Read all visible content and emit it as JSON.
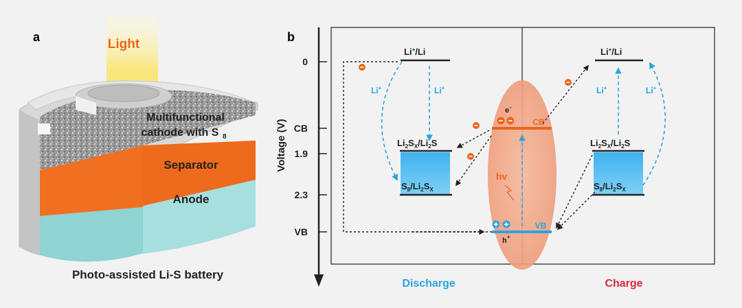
{
  "panel_a": {
    "label": "a",
    "light": "Light",
    "cathode_line1": "Multifunctional",
    "cathode_line2": "cathode with S",
    "cathode_sub": "8",
    "separator": "Separator",
    "anode": "Anode",
    "caption": "Photo-assisted Li-S battery"
  },
  "panel_b": {
    "label": "b",
    "axis_title": "Voltage (V)",
    "y_ticks": [
      "0",
      "CB",
      "1.9",
      "2.3",
      "VB"
    ],
    "li_couple": "Li",
    "li_sup": "+",
    "li_couple_tail": "/Li",
    "ion": "Li",
    "ion_sup": "+",
    "electron_symbol": "e",
    "electron_sup": "-",
    "hole_symbol": "h",
    "hole_sup": "+",
    "cb": "CB",
    "vb": "VB",
    "hv": "hv",
    "discharge": "Discharge",
    "charge": "Charge",
    "sx_li2s": {
      "a": "Li",
      "a_sub": "2",
      "b": "S",
      "b_sub": "X",
      "c": "/Li",
      "c_sub": "2",
      "d": "S"
    },
    "s8_li2sx": {
      "a": "S",
      "a_sub": "8",
      "b": "/Li",
      "b_sub": "2",
      "c": "S",
      "c_sub": "X"
    },
    "colors": {
      "orange": "#e8661c",
      "blue": "#2aa3e0",
      "red": "#d8283a",
      "ellipse": "#f3a98a"
    }
  }
}
